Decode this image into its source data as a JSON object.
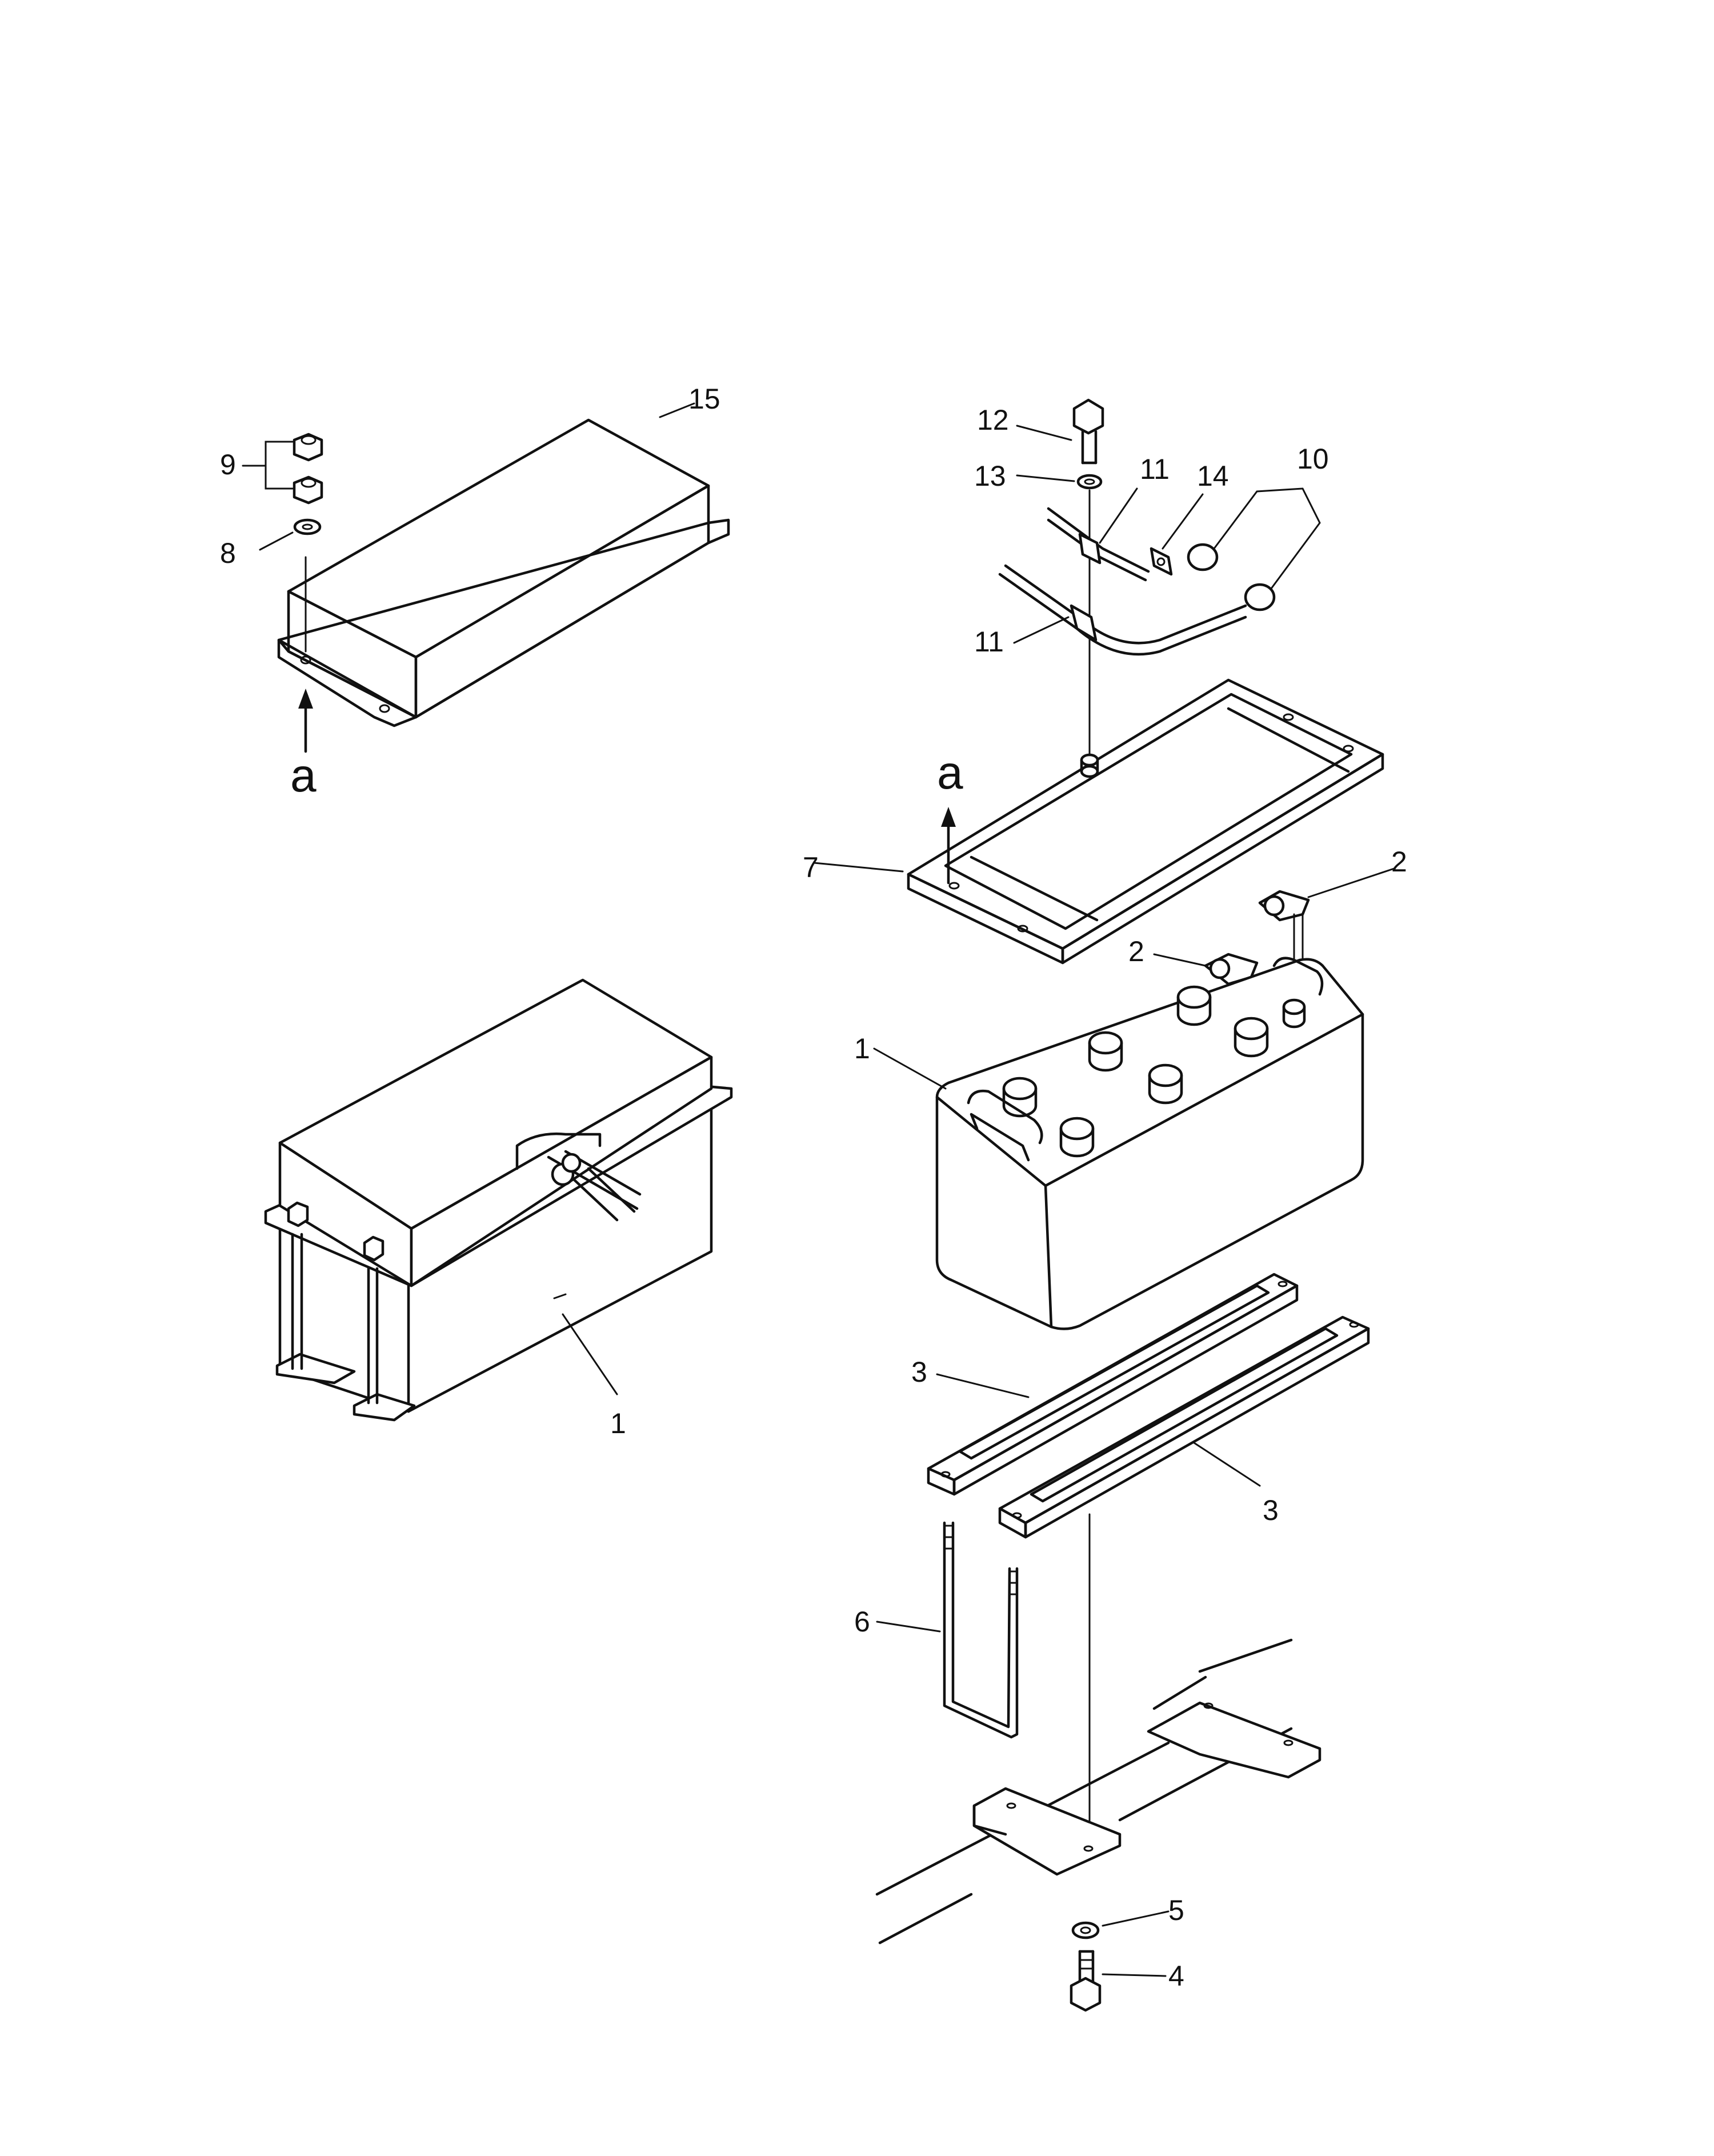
{
  "labels": {
    "p15": "15",
    "p9": "9",
    "p8": "8",
    "a_left": "a",
    "p12": "12",
    "p13": "13",
    "p11_top": "11",
    "p14": "14",
    "p10": "10",
    "p11_bottom": "11",
    "a_right": "a",
    "p7": "7",
    "p2_right": "2",
    "p2_left": "2",
    "p1_right": "1",
    "p1_left": "1",
    "p3_upper": "3",
    "p3_lower": "3",
    "p6": "6",
    "p5": "5",
    "p4": "4"
  }
}
